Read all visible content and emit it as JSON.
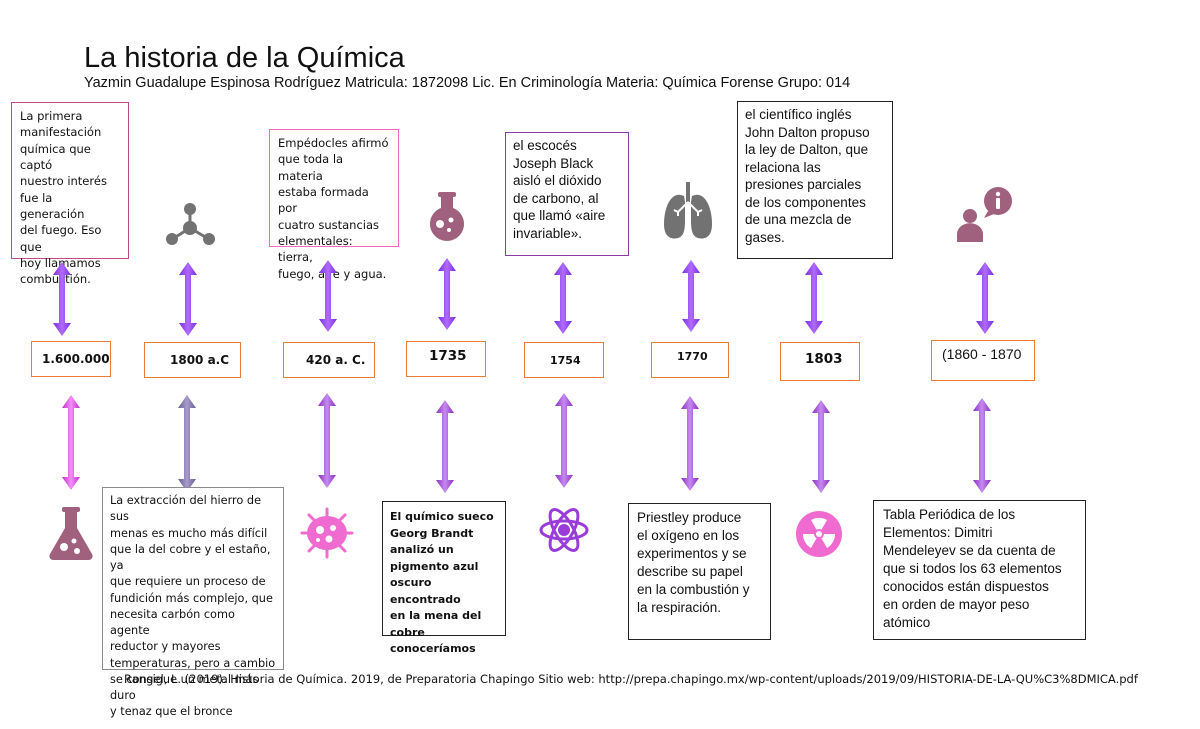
{
  "header": {
    "title": "La historia de la Química",
    "subtitle": "Yazmin Guadalupe Espinosa Rodríguez Matricula: 1872098 Lic. En Criminología Materia: Química Forense Grupo: 014"
  },
  "colors": {
    "arrow_violet": "#9b3df0",
    "arrow_magenta": "#e24fe8",
    "arrow_purple_lower": "#a045d6",
    "date_border": "#ed7d31",
    "box_border_magenta": "#c2478c",
    "box_border_pink": "#f06bbf",
    "box_border_purple": "#8d3aa4",
    "box_border_black": "#222222",
    "box_border_gray": "#8a8a8a",
    "icon_mauve": "#a0617e",
    "icon_gray": "#727272",
    "icon_pink": "#f06bcf",
    "icon_violet": "#9a3cd8"
  },
  "dates": [
    "1.600.000",
    "1800 a.C",
    "420 a. C.",
    "1735",
    "1754",
    "1770",
    "1803",
    "(1860 - 1870"
  ],
  "top_boxes": {
    "first": "La primera\nmanifestación\nquímica que captó\nnuestro interés\nfue la generación\ndel fuego. Eso que\nhoy llamamos\ncombustión.",
    "empedocles": "Empédocles afirmó\nque toda la materia\nestaba formada por\ncuatro sustancias\nelementales: tierra,\nfuego, aire y agua.",
    "black": "el escocés\nJoseph Black\naisló el dióxido\nde carbono, al\nque llamó «aire\ninvariable».",
    "dalton": "el científico inglés\nJohn Dalton propuso\nla ley de Dalton, que\nrelaciona las\npresiones parciales\nde los componentes\nde una mezcla de\ngases."
  },
  "bottom_boxes": {
    "hierro": "La extracción del hierro de sus\nmenas es mucho más difícil\nque la del cobre y el estaño, ya\nque requiere un proceso de\nfundición más complejo, que\nnecesita carbón como agente\nreductor y mayores\ntemperaturas, pero a cambio\nse consigue un metal más duro\ny tenaz que el bronce",
    "brandt": "El químico sueco\nGeorg Brandt\nanalizó un\npigmento azul\noscuro encontrado\nen la mena del\ncobre conoceríamos",
    "priestley": "Priestley produce\nel oxígeno en los\nexperimentos y se\ndescribe su papel\nen la combustión y\nla respiración.",
    "mendeleyev": "Tabla Periódica de los\nElementos: Dimitri\nMendeleyev se da cuenta de\nque si todos los 63 elementos\nconocidos están dispuestos\nen orden de mayor peso\natómico"
  },
  "icons": {
    "top": [
      "molecule-icon",
      "potion-flask-icon",
      "lungs-icon",
      "person-info-icon"
    ],
    "bottom": [
      "chemistry-flask-icon",
      "bacteria-icon",
      "atom-icon",
      "radiation-icon"
    ]
  },
  "credit": "Rangel, L. (2019). Historia de Química. 2019, de Preparatoria Chapingo Sitio web: http://prepa.chapingo.mx/wp-content/uploads/2019/09/HISTORIA-DE-LA-QU%C3%8DMICA.pdf"
}
